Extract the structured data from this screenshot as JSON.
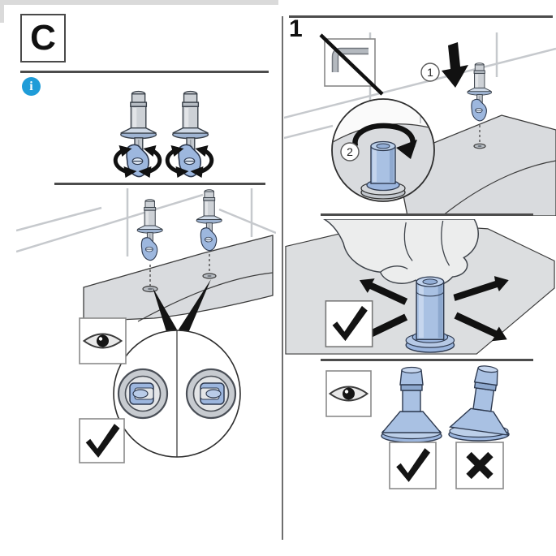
{
  "page": {
    "title": "assembly-instruction-sheet",
    "background": "#ffffff"
  },
  "palette": {
    "info_blue": "#1f9cd8",
    "part_blue": "#a9c1e3",
    "part_blue_dark": "#8da8ce",
    "outline_blue": "#2e3a50",
    "steel_gray": "#cdd1d6",
    "ceramic_gray": "#d9dbde",
    "tile_line": "#c6c9cd",
    "ink_black": "#141414",
    "rule_gray": "#4c4c4c"
  },
  "left_section": {
    "label": "C",
    "result_ok": "✓"
  },
  "right_section": {
    "label": "1",
    "steps": [
      {
        "number": "1"
      },
      {
        "number": "2"
      }
    ],
    "wiggle_ok": "✓",
    "upright_ok": "✓",
    "tilted_bad": "✕"
  },
  "icons": {
    "info": "i",
    "eye": "👁",
    "check": "✓",
    "cross": "✕",
    "arrow_down": "↓",
    "rotate": "↻",
    "no_tool": "allen-key-crossed-out"
  }
}
